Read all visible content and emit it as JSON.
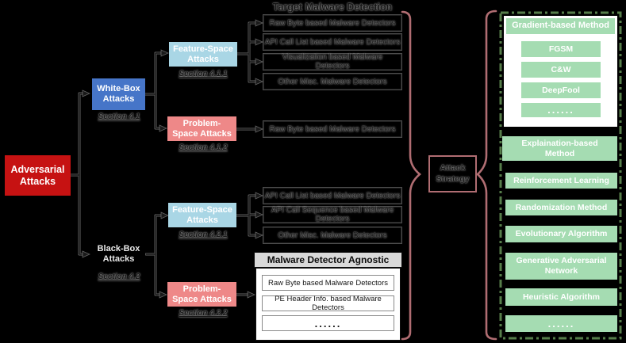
{
  "colors": {
    "root_red": "#c61212",
    "whitebox_blue": "#4675c8",
    "feature_blue": "#a9d6e5",
    "problem_pink": "#ee8888",
    "method_green": "#a5dcb2",
    "dashed_border_green": "#567d4a",
    "strategy_rose": "#b06d72",
    "agnostic_gray": "#d9d9d9"
  },
  "left": {
    "root": "Adversarial Attacks",
    "whitebox": "White-Box Attacks",
    "whitebox_section": "Section 4.1",
    "blackbox": "Black-Box Attacks",
    "blackbox_section": "Section 4.2",
    "wb_feature": "Feature-Space Attacks",
    "wb_feature_section": "Section 4.1.1",
    "wb_problem": "Problem-Space Attacks",
    "wb_problem_section": "Section 4.1.2",
    "bb_feature": "Feature-Space Attacks",
    "bb_feature_section": "Section 4.2.1",
    "bb_problem": "Problem-Space Attacks",
    "bb_problem_section": "Section 4.2.2"
  },
  "middle": {
    "title": "Target Malware Detection",
    "wb_feature_targets": [
      "Raw Byte based Malware Detectors",
      "API Call List based Malware Detectors",
      "Visualization based Malware Detectors",
      "Other Misc. Malware Detectors"
    ],
    "wb_problem_target": "Raw Byte based Malware Detectors",
    "bb_feature_targets": [
      "API Call List based Malware Detectors",
      "API Call Sequence based Malware Detectors",
      "Other Misc. Malware Detectors"
    ],
    "agnostic_title": "Malware Detector Agnostic",
    "agnostic_items": [
      "Raw Byte based Malware Detectors",
      "PE Header Info. based Malware Detectors",
      "......"
    ]
  },
  "strategy": "Attack Strategy",
  "methods": {
    "gradient_title": "Gradient-based Method",
    "gradient_items": [
      "FGSM",
      "C&W",
      "DeepFool",
      "......"
    ],
    "other_methods": [
      "Explaination-based Method",
      "Reinforcement Learning",
      "Randomization Method",
      "Evolutionary Algorithm",
      "Generative Adversarial Network",
      "Heuristic Algorithm",
      "......"
    ]
  }
}
